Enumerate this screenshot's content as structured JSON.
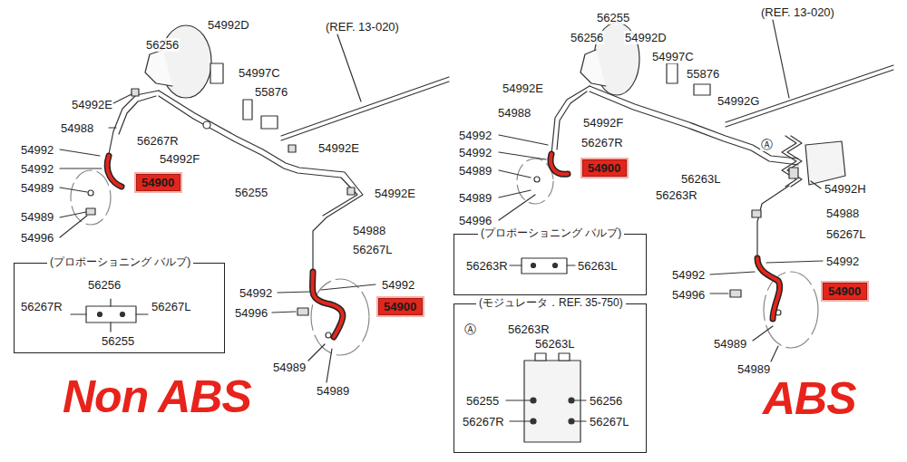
{
  "diagram": {
    "nodes": [
      {
        "text": [
          "54900"
        ]
      },
      {
        "text": [
          "54900"
        ]
      },
      {
        "text": [
          "(プロポーショニング バルブ)",
          "56256",
          "56267R",
          "56267L",
          "56255"
        ]
      },
      {
        "text": [
          "54900"
        ]
      },
      {
        "text": [
          "(プロポーショニング バルブ)",
          "56263R",
          "56263L"
        ]
      },
      {
        "text": [
          "(モジュレータ．REF. 35-750)",
          "Ⓐ",
          "56263R",
          "56263L",
          "56255",
          "56256",
          "56267R",
          "56267L"
        ]
      },
      {
        "text": [
          "54900"
        ]
      }
    ],
    "labels": [
      "(REF. 13-020)",
      "54992D",
      "56256",
      "54997C",
      "55876",
      "54992E",
      "54988",
      "56267R",
      "54992",
      "54992F",
      "54992E",
      "54992",
      "54989",
      "56255",
      "54992E",
      "54989",
      "54996",
      "54988",
      "56267L",
      "54992",
      "54992",
      "54996",
      "54989",
      "54989",
      "Non ABS",
      "(REF. 13-020)",
      "56255",
      "56256",
      "54992D",
      "54997C",
      "55876",
      "54992E",
      "54992G",
      "54988",
      "54992F",
      "54992",
      "56267R",
      "54992",
      "54989",
      "Ⓐ",
      "56263L",
      "56263R",
      "54992H",
      "54989",
      "54996",
      "54988",
      "56267L",
      "54992",
      "54992",
      "54996",
      "54989",
      "54989",
      "ABS"
    ]
  }
}
